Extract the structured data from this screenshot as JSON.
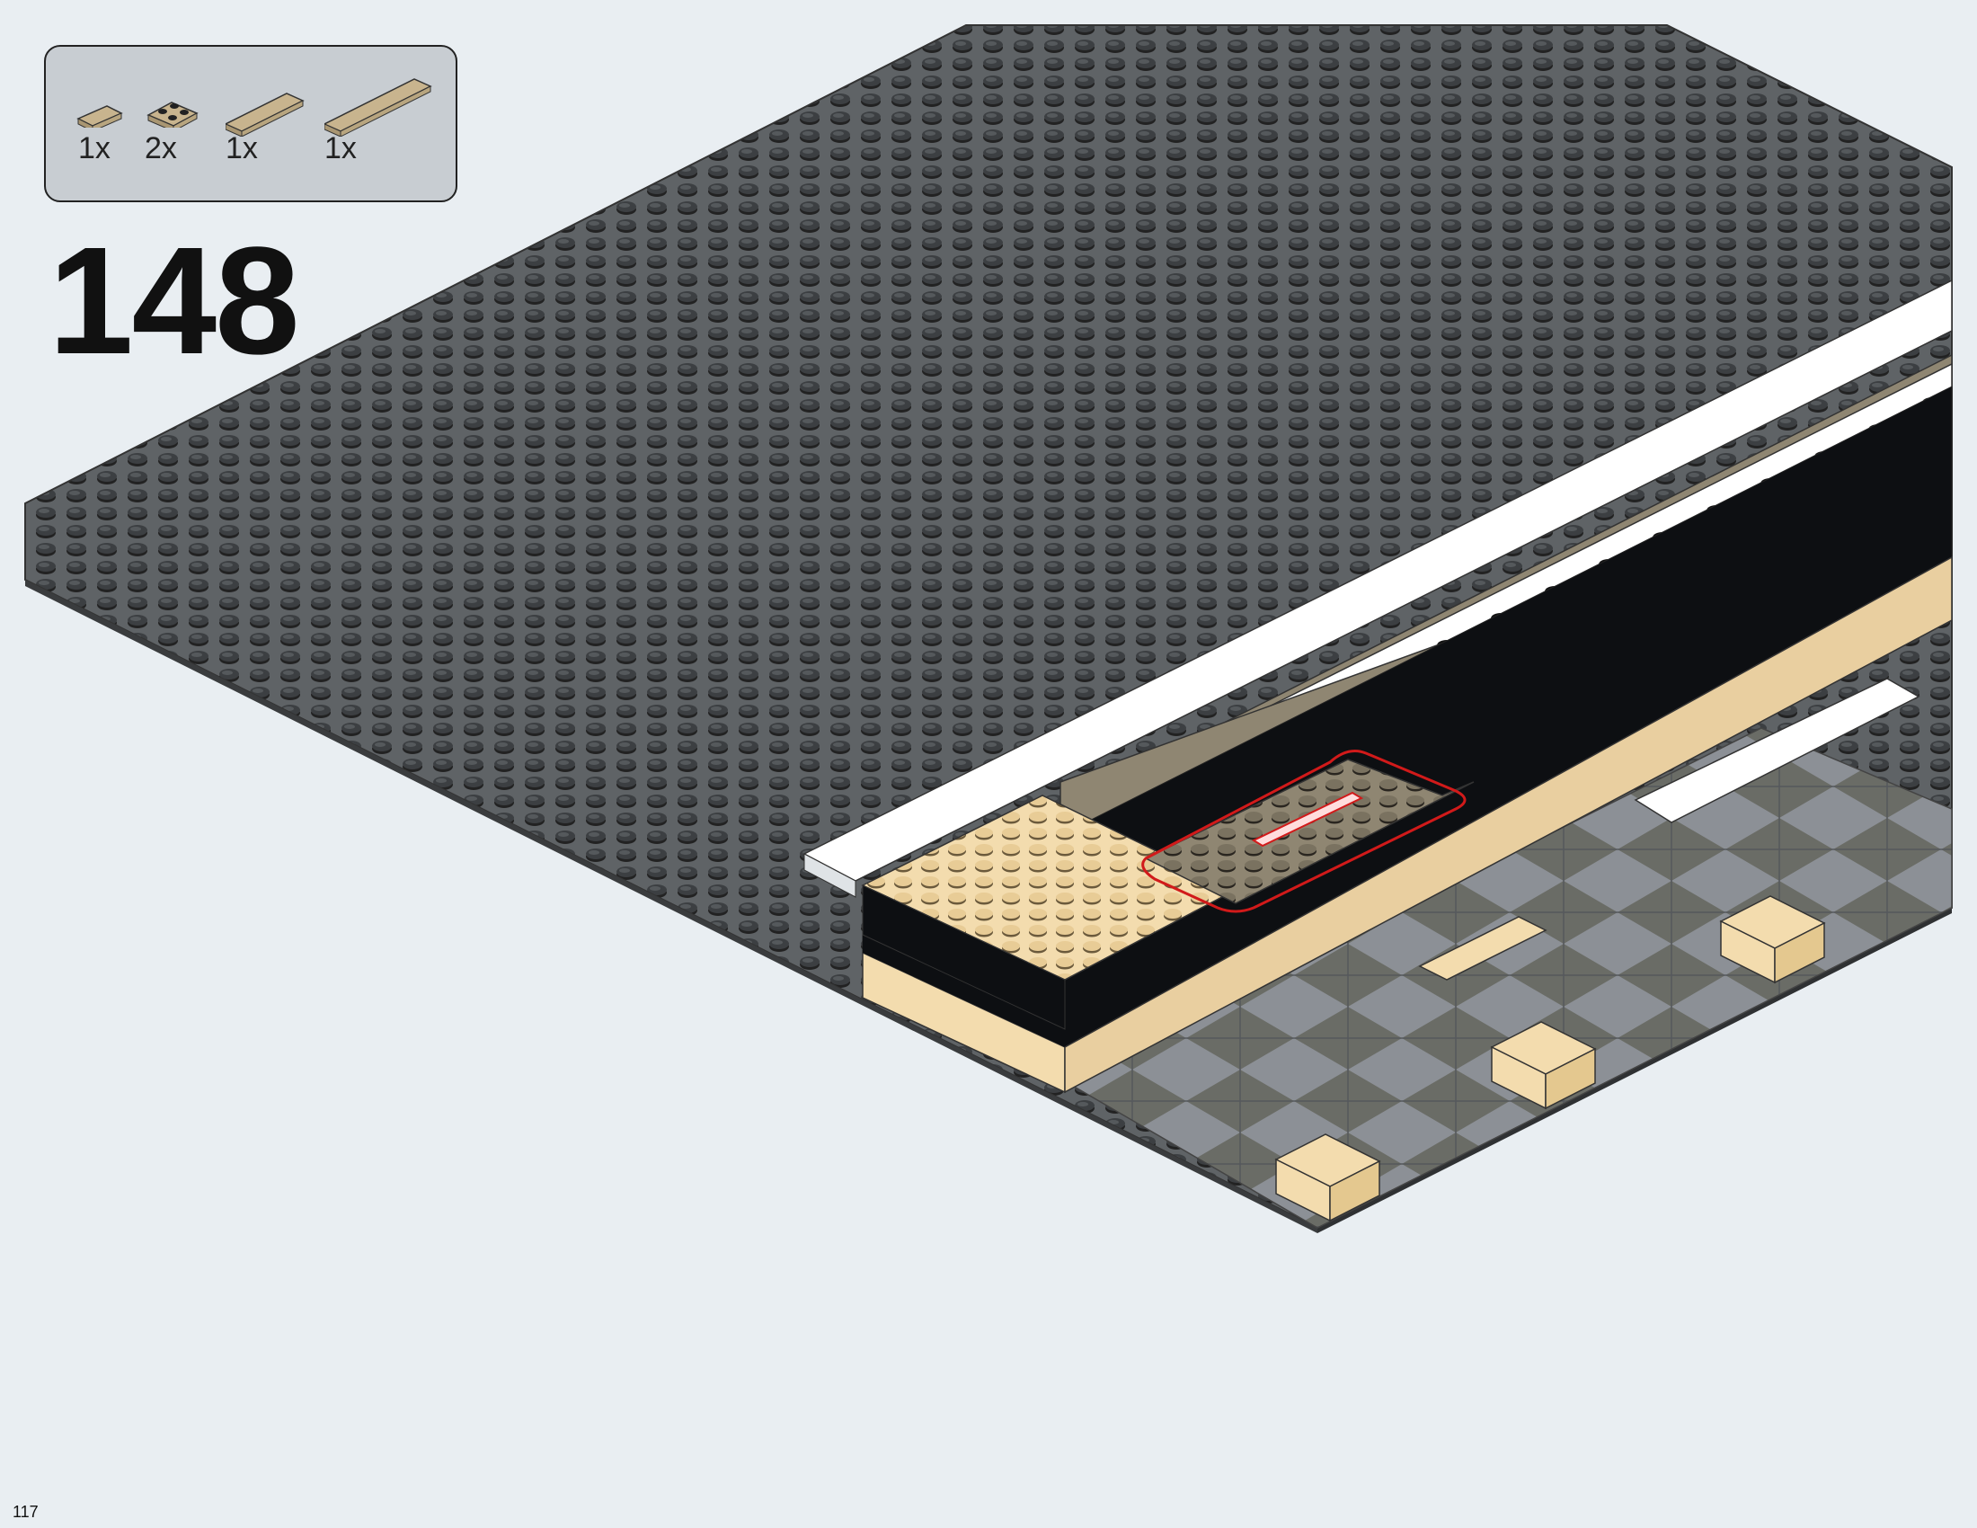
{
  "step": {
    "number": "148"
  },
  "page": {
    "number": "117"
  },
  "parts_list": [
    {
      "quantity": "1x",
      "part_icon": "tan-tile-1x2-icon",
      "color": "#c8b48e"
    },
    {
      "quantity": "2x",
      "part_icon": "tan-plate-2x2-icon",
      "color": "#c8b48e"
    },
    {
      "quantity": "1x",
      "part_icon": "tan-tile-1x4-icon",
      "color": "#c8b48e"
    },
    {
      "quantity": "1x",
      "part_icon": "tan-tile-1x6-icon",
      "color": "#c8b48e"
    }
  ],
  "colors": {
    "page_background": "#e9eef2",
    "baseplate_gray": "#5f6366",
    "dark_tan": "#8f8672",
    "tan": "#f3dcae",
    "white": "#ffffff",
    "black": "#111111",
    "callout_red": "#d11a1a",
    "panel_gray": "#c8cdd2"
  }
}
